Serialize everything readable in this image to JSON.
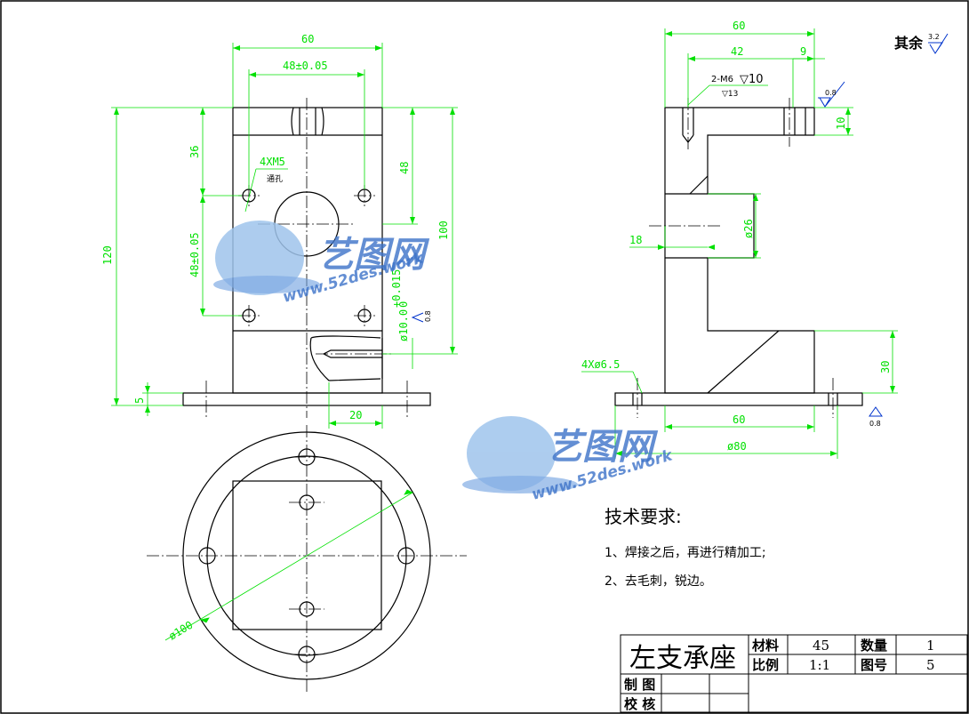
{
  "title_block": {
    "part_name": "左支承座",
    "material_label": "材料",
    "material_value": "45",
    "quantity_label": "数量",
    "quantity_value": "1",
    "scale_label": "比例",
    "scale_value": "1:1",
    "drawing_no_label": "图号",
    "drawing_no_value": "5",
    "drawn_by_label": "制 图",
    "checked_by_label": "校 核"
  },
  "tech_requirements": {
    "heading": "技术要求:",
    "items": [
      "1、焊接之后，再进行精加工;",
      "2、去毛刺，锐边。"
    ]
  },
  "surface_finish_note": {
    "label": "其余",
    "value": "3.2"
  },
  "watermark": {
    "brand": "艺图网",
    "url": "www.52des.work"
  },
  "front_view": {
    "dim_60": "60",
    "dim_48_tol": "48±0.05",
    "dim_36": "36",
    "dim_48_tol_v": "48±0.05",
    "dim_120": "120",
    "dim_5": "5",
    "dim_20": "20",
    "dim_48": "48",
    "dim_100": "100",
    "thread_note": "4XM5",
    "thread_sub": "通孔",
    "bore_dia": "ø10.0",
    "bore_tol": "+0.015",
    "bore_tol_low": "0",
    "roughness": "0.8"
  },
  "top_view": {
    "dia_100": "ø100"
  },
  "side_view": {
    "dim_60_top": "60",
    "dim_42": "42",
    "dim_9": "9",
    "dim_10": "10",
    "thread_note": "2-M6",
    "thread_depth": "▽10",
    "drill_depth": "▽13",
    "dia_26": "ø26",
    "dim_18": "18",
    "holes": "4Xø6.5",
    "dim_30": "30",
    "dim_60_bot": "60",
    "dia_80": "ø80",
    "roughness_top": "0.8",
    "roughness_bot": "0.8"
  }
}
